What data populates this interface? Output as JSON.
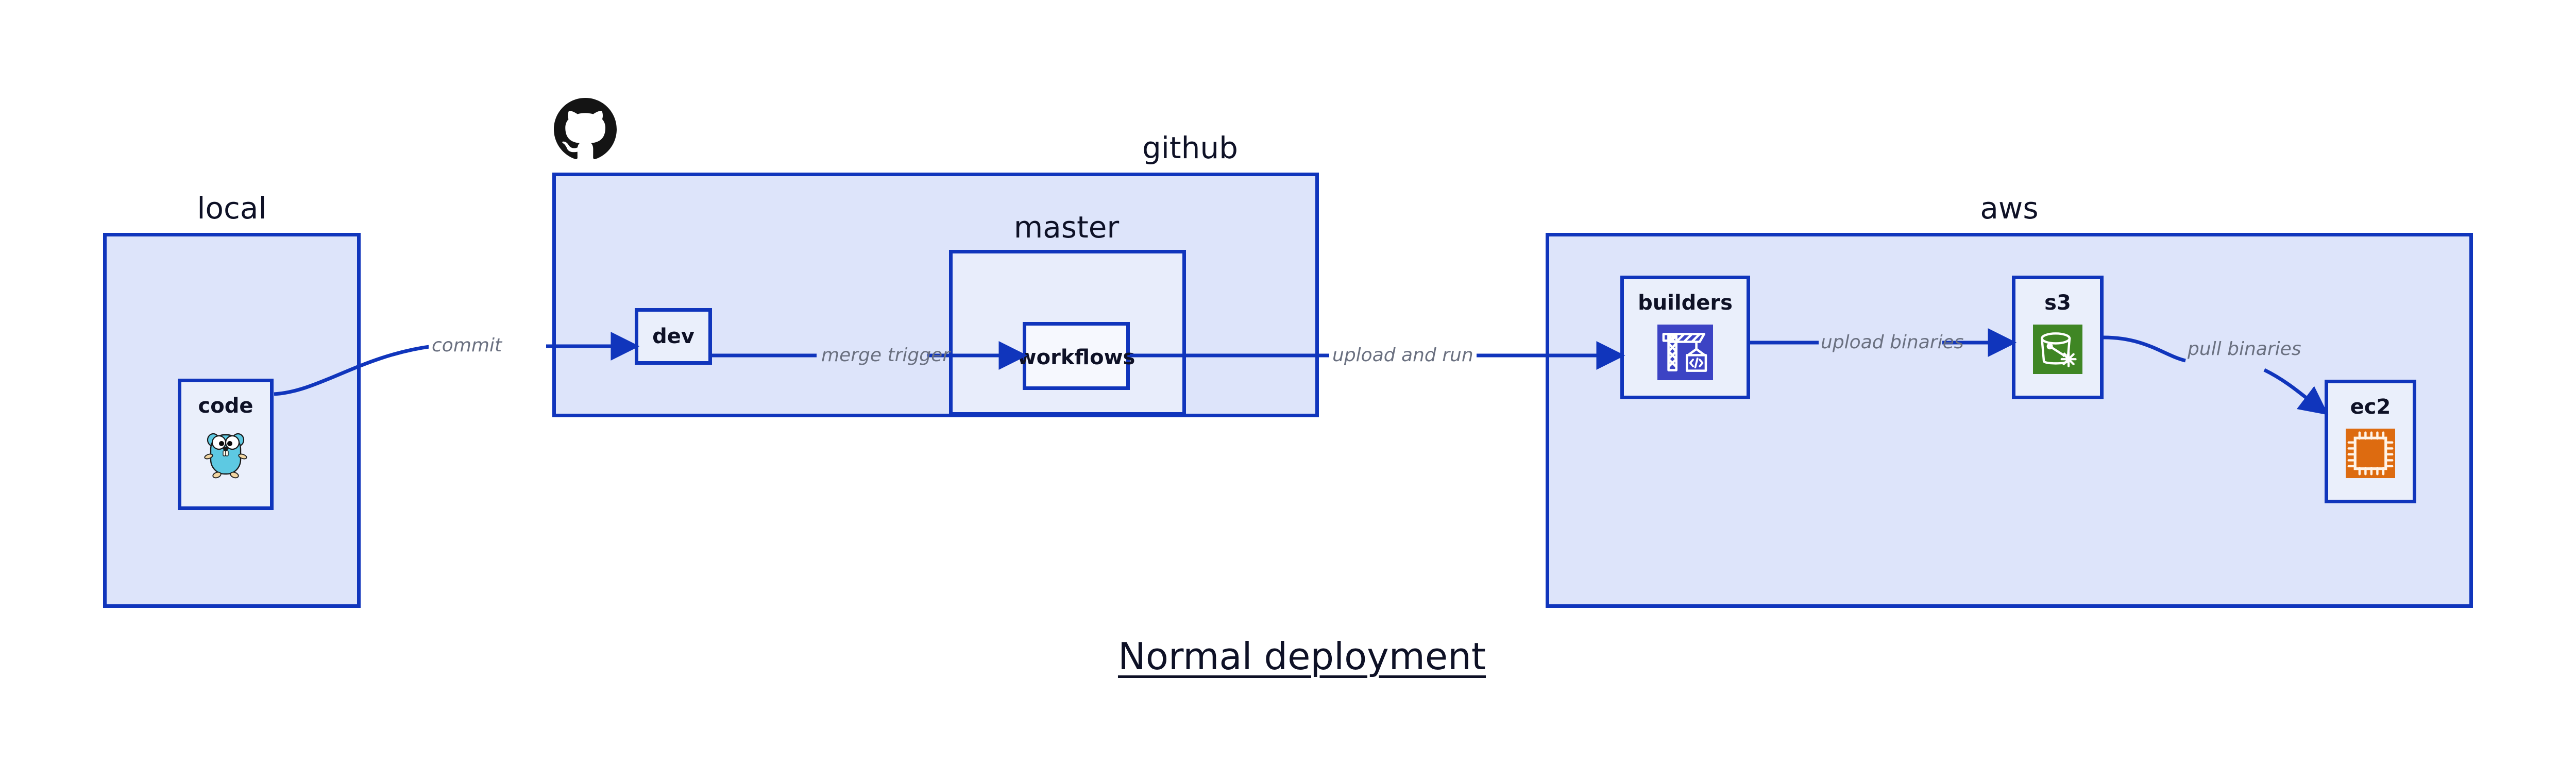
{
  "title": "Normal deployment",
  "zones": [
    {
      "id": "local",
      "label": "local"
    },
    {
      "id": "github",
      "label": "github"
    },
    {
      "id": "master",
      "label": "master"
    },
    {
      "id": "aws",
      "label": "aws"
    }
  ],
  "nodes": [
    {
      "id": "code",
      "label": "code",
      "icon": "go-gopher-icon"
    },
    {
      "id": "dev",
      "label": "dev",
      "icon": "none"
    },
    {
      "id": "workflows",
      "label": "workflows",
      "icon": "none"
    },
    {
      "id": "builders",
      "label": "builders",
      "icon": "aws-codebuild-icon"
    },
    {
      "id": "s3",
      "label": "s3",
      "icon": "aws-s3-bucket-icon"
    },
    {
      "id": "ec2",
      "label": "ec2",
      "icon": "aws-ec2-chip-icon"
    }
  ],
  "edges": [
    {
      "id": "commit",
      "label": "commit",
      "from": "code",
      "to": "dev"
    },
    {
      "id": "merge-trigger",
      "label": "merge trigger",
      "from": "dev",
      "to": "workflows"
    },
    {
      "id": "upload-and-run",
      "label": "upload and run",
      "from": "workflows",
      "to": "builders"
    },
    {
      "id": "upload-binaries",
      "label": "upload binaries",
      "from": "builders",
      "to": "s3"
    },
    {
      "id": "pull-binaries",
      "label": "pull binaries",
      "from": "s3",
      "to": "ec2"
    }
  ],
  "logos": [
    {
      "id": "github-octocat",
      "name": "github-octocat-logo"
    }
  ],
  "colors": {
    "zone_fill": "#DDE4FA",
    "zone_inner_fill": "#E8EDFB",
    "node_fill": "#EAEFFB",
    "border_blue": "#1035BC",
    "arrow_blue": "#1035BC",
    "edge_label_gray": "#6A7080",
    "text_navy": "#0E1126",
    "codebuild_indigo": "#3C43C4",
    "s3_green": "#3F8624",
    "ec2_orange": "#DD6B10",
    "gopher_cyan": "#5DC9E2"
  }
}
